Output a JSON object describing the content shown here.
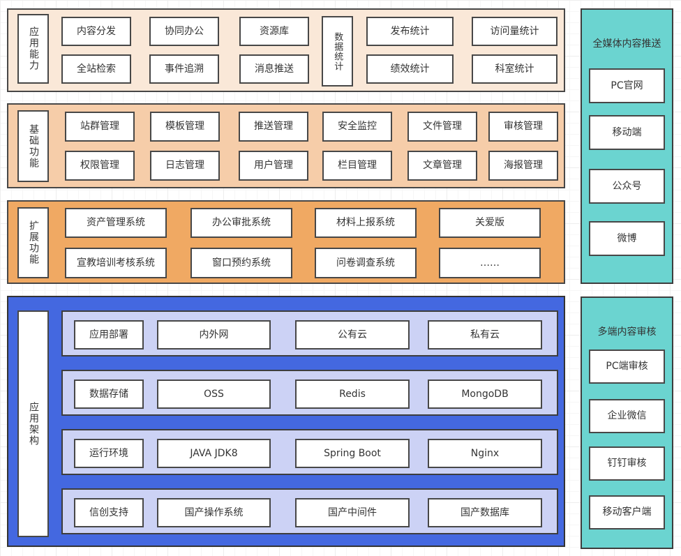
{
  "palette": {
    "capability_bg": "#fae8d8",
    "base_bg": "#f6cda9",
    "extended_bg": "#f0a963",
    "architecture_bg": "#4468e0",
    "architecture_row_bg": "#ccd2f5",
    "channel_bg": "#6bd4d0",
    "stroke": "#474747",
    "text": "#333333"
  },
  "sections": {
    "app_capability": {
      "label": "应用能力",
      "rows": [
        [
          "内容分发",
          "协同办公",
          "资源库"
        ],
        [
          "全站检索",
          "事件追溯",
          "消息推送"
        ]
      ],
      "stats_label": "数据统计",
      "stats_rows": [
        [
          "发布统计",
          "访问量统计"
        ],
        [
          "绩效统计",
          "科室统计"
        ]
      ]
    },
    "base_functions": {
      "label": "基础功能",
      "rows": [
        [
          "站群管理",
          "模板管理",
          "推送管理",
          "安全监控",
          "文件管理",
          "审核管理"
        ],
        [
          "权限管理",
          "日志管理",
          "用户管理",
          "栏目管理",
          "文章管理",
          "海报管理"
        ]
      ]
    },
    "extended_functions": {
      "label": "扩展功能",
      "rows": [
        [
          "资产管理系统",
          "办公审批系统",
          "材料上报系统",
          "关爱版"
        ],
        [
          "宣教培训考核系统",
          "窗口预约系统",
          "问卷调查系统",
          "……"
        ]
      ]
    },
    "app_architecture": {
      "label": "应用架构",
      "rows": [
        {
          "category": "应用部署",
          "items": [
            "内外网",
            "公有云",
            "私有云"
          ]
        },
        {
          "category": "数据存储",
          "items": [
            "OSS",
            "Redis",
            "MongoDB"
          ]
        },
        {
          "category": "运行环境",
          "items": [
            "JAVA JDK8",
            "Spring Boot",
            "Nginx"
          ]
        },
        {
          "category": "信创支持",
          "items": [
            "国产操作系统",
            "国产中间件",
            "国产数据库"
          ]
        }
      ]
    },
    "push_channel": {
      "title": "全媒体内容推送",
      "items": [
        "PC官网",
        "移动端",
        "公众号",
        "微博"
      ]
    },
    "review_channel": {
      "title": "多端内容审核",
      "items": [
        "PC端审核",
        "企业微信",
        "钉钉审核",
        "移动客户端"
      ]
    }
  }
}
